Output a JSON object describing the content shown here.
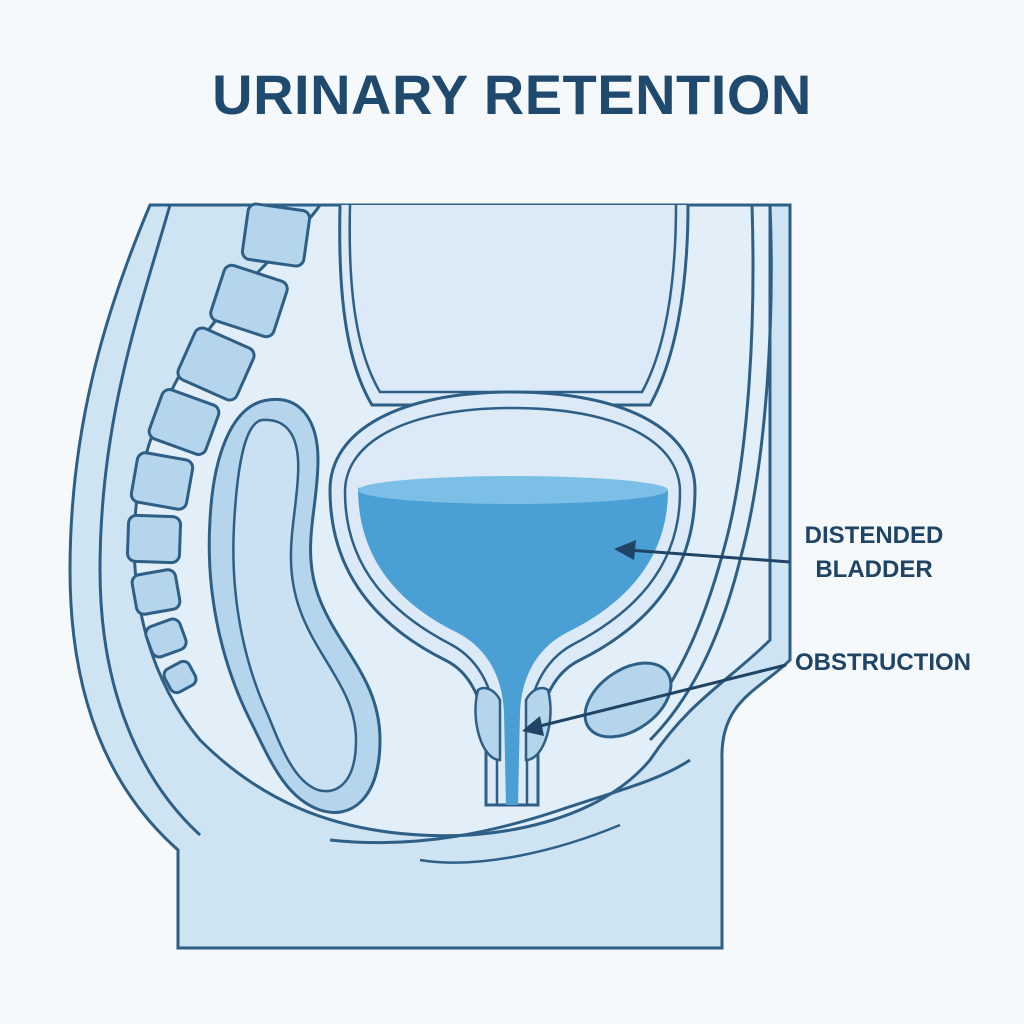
{
  "title": "URINARY RETENTION",
  "labels": {
    "distended_line1": "DISTENDED",
    "distended_line2": "BLADDER",
    "obstruction": "OBSTRUCTION"
  },
  "colors": {
    "outline": "#2e5f86",
    "body_fill": "#cfe4f3",
    "tissue_fill": "#b5d5ec",
    "pale_fill": "#e2eff8",
    "urine": "#4a9fd4",
    "urine_surface": "#7bbfe6",
    "text": "#1f4466"
  }
}
